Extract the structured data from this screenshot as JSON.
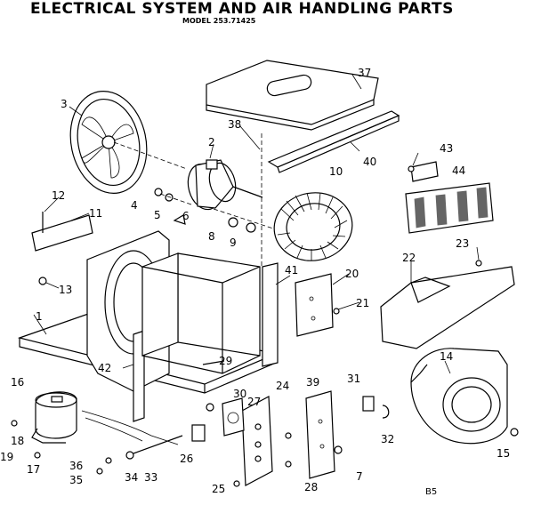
{
  "title": "ELECTRICAL SYSTEM AND AIR HANDLING PARTS",
  "model": "MODEL 253.71425",
  "footer_code": "B5",
  "part_labels": {
    "p1": "1",
    "p2": "2",
    "p3": "3",
    "p4": "4",
    "p5": "5",
    "p6": "6",
    "p7": "7",
    "p8": "8",
    "p9": "9",
    "p10": "10",
    "p11": "11",
    "p12": "12",
    "p13": "13",
    "p14": "14",
    "p15": "15",
    "p16": "16",
    "p17": "17",
    "p18": "18",
    "p19": "19",
    "p20": "20",
    "p21": "21",
    "p22": "22",
    "p23": "23",
    "p24": "24",
    "p25": "25",
    "p26": "26",
    "p27": "27",
    "p28": "28",
    "p29": "29",
    "p30": "30",
    "p31": "31",
    "p32": "32",
    "p33": "33",
    "p34": "34",
    "p35": "35",
    "p36": "36",
    "p37": "37",
    "p38": "38",
    "p39": "39",
    "p40": "40",
    "p41": "41",
    "p42": "42",
    "p43": "43",
    "p44": "44"
  }
}
